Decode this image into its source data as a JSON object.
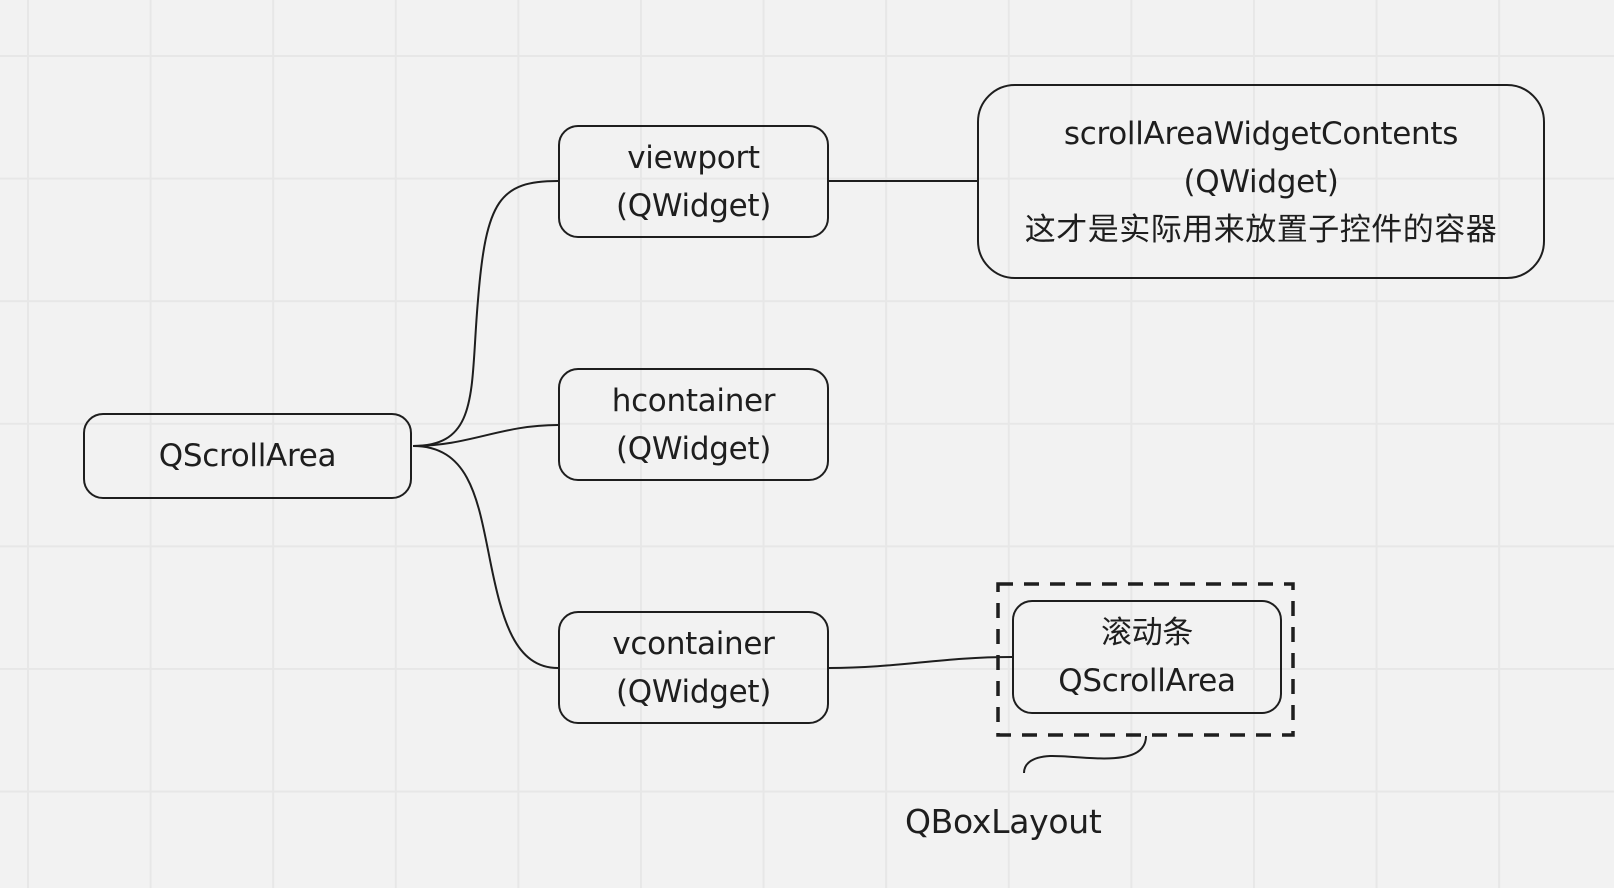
{
  "diagram": {
    "type": "mind-map",
    "colors": {
      "background": "#f2f2f2",
      "grid": "#e7e7e7",
      "stroke": "#1e1e1e",
      "text": "#1e1e1e"
    },
    "nodes": {
      "root": {
        "lines": [
          "QScrollArea"
        ]
      },
      "viewport": {
        "lines": [
          "viewport",
          "(QWidget)"
        ]
      },
      "hcontainer": {
        "lines": [
          "hcontainer",
          "(QWidget)"
        ]
      },
      "vcontainer": {
        "lines": [
          "vcontainer",
          "(QWidget)"
        ]
      },
      "contents": {
        "lines": [
          "scrollAreaWidgetContents",
          "(QWidget)",
          "这才是实际用来放置子控件的容器"
        ]
      },
      "scrollbar": {
        "lines": [
          "滚动条",
          "QScrollArea"
        ]
      }
    },
    "edges": [
      {
        "from": "root",
        "to": "viewport"
      },
      {
        "from": "root",
        "to": "hcontainer"
      },
      {
        "from": "root",
        "to": "vcontainer"
      },
      {
        "from": "viewport",
        "to": "contents"
      },
      {
        "from": "vcontainer",
        "to": "scrollbar"
      }
    ],
    "group": {
      "style": "dashed",
      "contains": [
        "scrollbar"
      ],
      "label": "QBoxLayout"
    }
  }
}
